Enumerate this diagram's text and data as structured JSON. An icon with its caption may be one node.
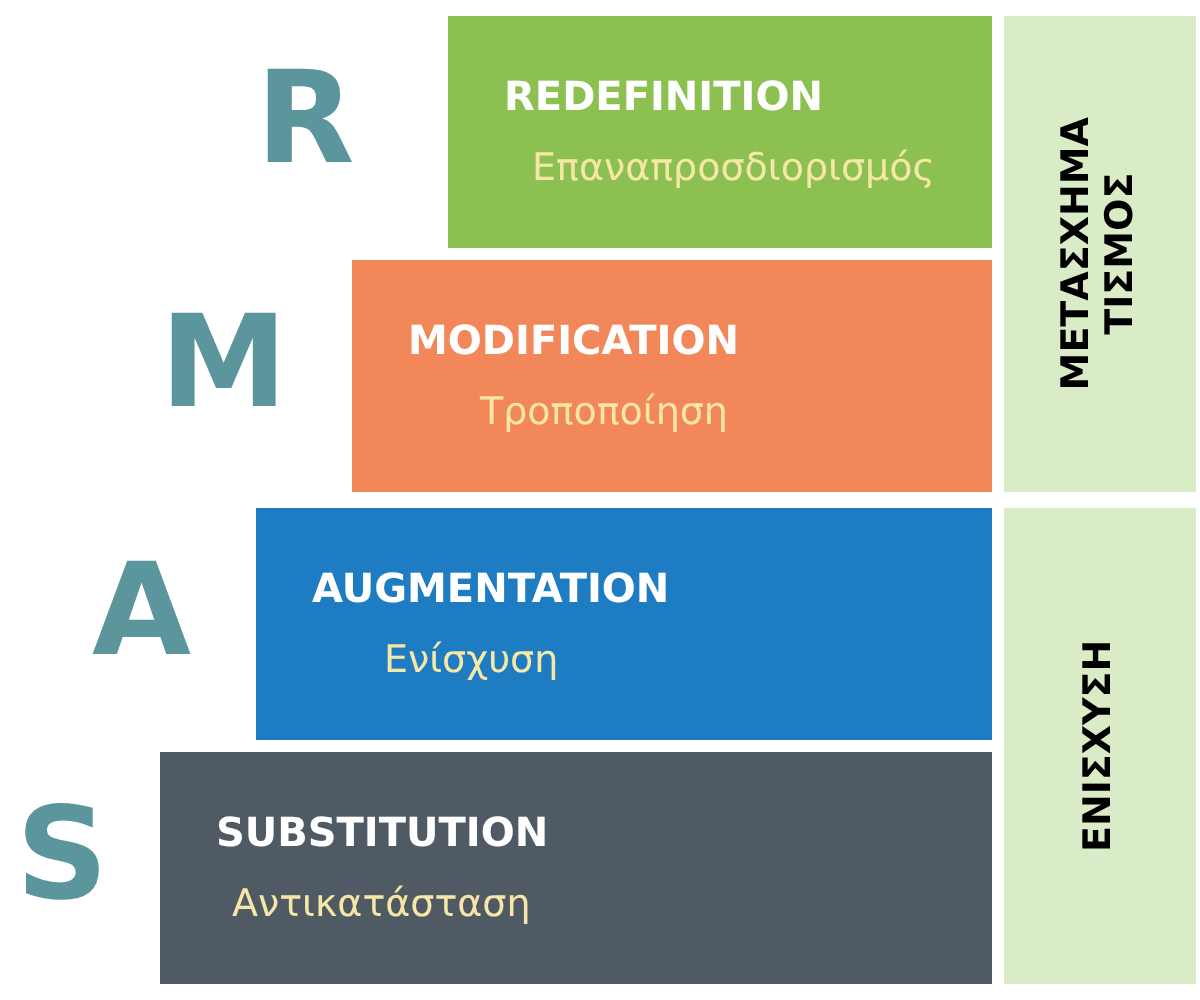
{
  "diagram": {
    "nodes": [
      {
        "text": [
          "REDEFINITION",
          "Επαναπροσδιορισμός"
        ]
      },
      {
        "text": [
          "MODIFICATION",
          "Τροποποίηση"
        ]
      },
      {
        "text": [
          "AUGMENTATION",
          "Ενίσχυση"
        ]
      },
      {
        "text": [
          "SUBSTITUTION",
          "Αντικατάσταση"
        ]
      },
      {
        "text": [
          "ΜΕΤΑΣΧΗΜΑ ΤΙΣΜΟΣ"
        ]
      },
      {
        "text": [
          "ΕΝΙΣΧΥΣΗ"
        ]
      }
    ],
    "labels": [
      "R",
      "M",
      "A",
      "S"
    ]
  }
}
